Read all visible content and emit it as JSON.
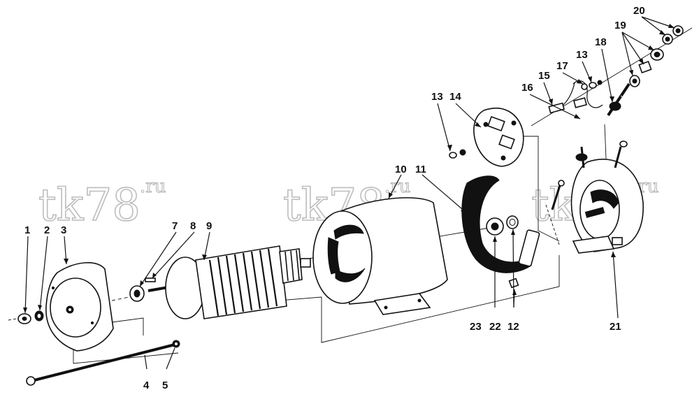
{
  "watermark": {
    "main": "tk78",
    "sup": ".ru"
  },
  "labels": {
    "l1": "1",
    "l2": "2",
    "l3": "3",
    "l4": "4",
    "l5": "5",
    "l7": "7",
    "l8": "8",
    "l9": "9",
    "l10": "10",
    "l11": "11",
    "l12": "12",
    "l13a": "13",
    "l13b": "13",
    "l14": "14",
    "l15": "15",
    "l16": "16",
    "l17": "17",
    "l18": "18",
    "l19": "19",
    "l20": "20",
    "l21": "21",
    "l22": "22",
    "l23": "23"
  }
}
